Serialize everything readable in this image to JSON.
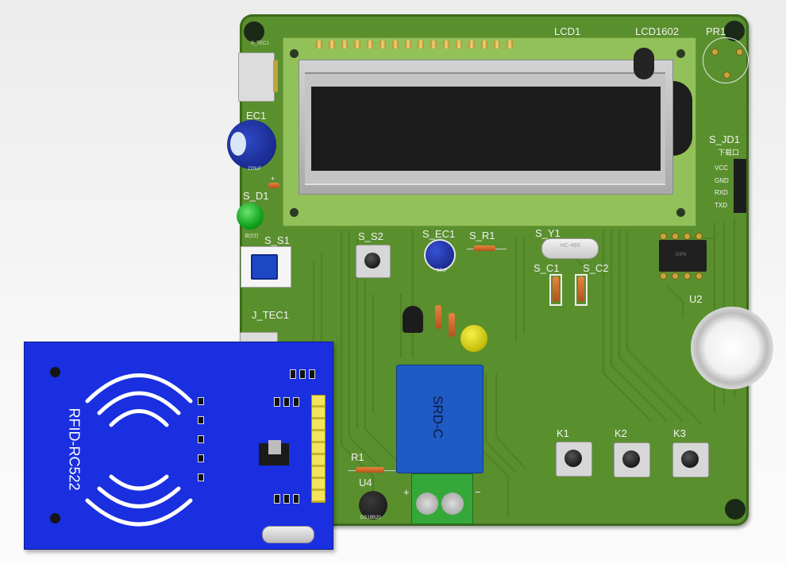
{
  "board": {
    "labels": {
      "lcd1": "LCD1",
      "lcd1602": "LCD1602",
      "pr1": "PR1",
      "ec1": "EC1",
      "s_d1": "S_D1",
      "s_s1": "S_S1",
      "s_s2": "S_S2",
      "s_ec1": "S_EC1",
      "s_r1": "S_R1",
      "s_y1": "S_Y1",
      "s_c1": "S_C1",
      "s_c2": "S_C2",
      "s_jd1": "S_JD1",
      "u2": "U2",
      "j_tec1": "J_TEC1",
      "k1": "K1",
      "k2": "K2",
      "k3": "K3",
      "r1": "R1",
      "u4": "U4",
      "s_tec1_small": "S_TEC1",
      "ec1_value": "220uF",
      "s_ec1_value": "10uF",
      "download_port": "下载口",
      "pin_vcc": "VCC",
      "pin_gnd": "GND",
      "pin_rxd": "RXD",
      "pin_txd": "TXD",
      "crystal": "HC-49S",
      "ic_label": "DIP8",
      "relay": "SRD-C",
      "terminal_plus": "+",
      "terminal_minus": "−",
      "u4_part": "DS18B20",
      "power_led": "指示灯",
      "ec1_plus": "+"
    }
  },
  "rfid": {
    "label": "RFID-RC522"
  },
  "colors": {
    "pcb": "#5a8f2e",
    "pcb_edge": "#3d6a1c",
    "lcd_frame": "#bfbfbf",
    "lcd_pcb": "#92c15a",
    "rfid_blue": "#1a2fe0",
    "relay_blue": "#1f5bc4"
  }
}
